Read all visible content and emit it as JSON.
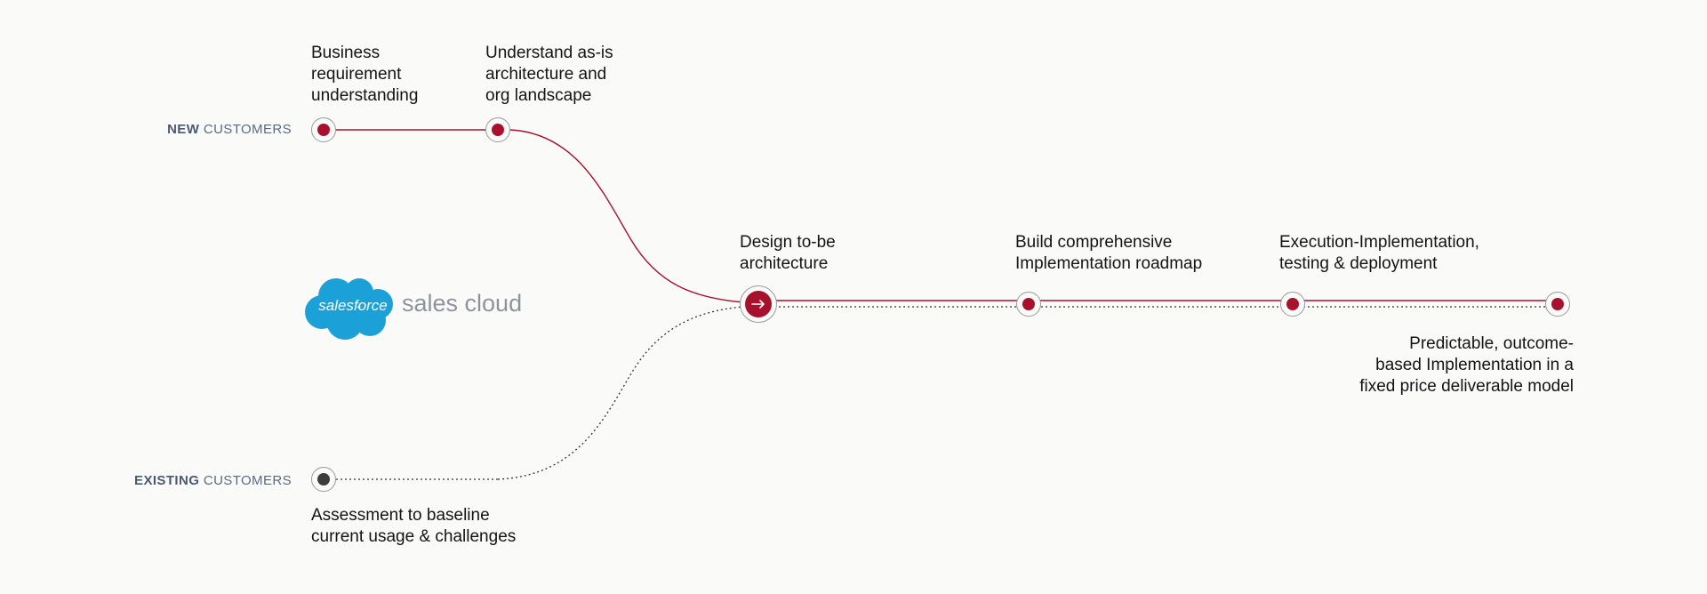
{
  "tracks": {
    "new": {
      "bold": "NEW",
      "rest": " CUSTOMERS"
    },
    "existing": {
      "bold": "EXISTING",
      "rest": " CUSTOMERS"
    }
  },
  "steps": {
    "business_requirement": "Business\nrequirement\nunderstanding",
    "understand_asis": "Understand as-is\narchitecture and\norg landscape",
    "assessment": "Assessment to baseline\ncurrent usage & challenges",
    "design": "Design to-be\narchitecture",
    "roadmap": "Build comprehensive\nImplementation roadmap",
    "execution": "Execution-Implementation,\ntesting & deployment",
    "outcome": "Predictable, outcome-\nbased Implementation in a\nfixed price deliverable model"
  },
  "logo": {
    "cloud_text": "salesforce",
    "product": "sales cloud"
  },
  "colors": {
    "accent": "#a8112d",
    "existing_dot": "#3d3d3d",
    "ring": "#9a9a9a",
    "cloud": "#1ba0d7",
    "track_label": "#5a6b80"
  }
}
